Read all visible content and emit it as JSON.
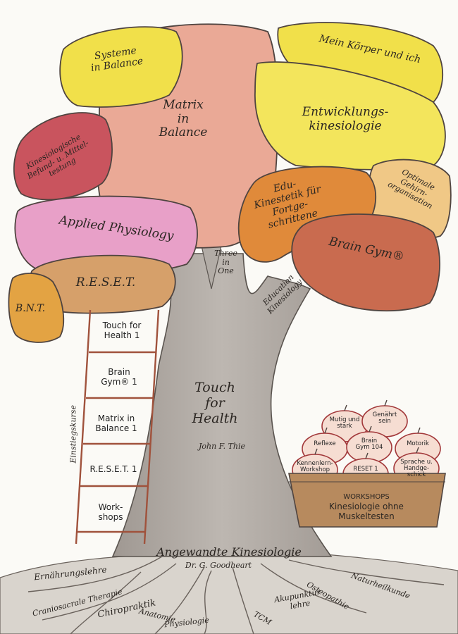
{
  "colors": {
    "yellow": "#f1e04a",
    "pink_matrix": "#eaa996",
    "orange": "#e08a3a",
    "brain_gym": "#c96b4f",
    "magenta": "#e8a0c8",
    "red_kin": "#c9545e",
    "tan": "#d6a06a",
    "peach": "#f0c886",
    "trunk": "#b2aca6"
  },
  "crown": {
    "systeme": "Systeme\nin Balance",
    "matrix": "Matrix\nin\nBalance",
    "koerper": "Mein Körper und ich",
    "entwicklung": "Entwicklungs-\nkinesiologie",
    "kinesio_befund": "Kinesiologische\nBefund- u. Mittel-\ntestung",
    "optimale": "Optimale\nGehirn-\norganisation",
    "edu": "Edu-\nKinestetik für\nFortge-\nschrittene",
    "brain_gym": "Brain Gym®",
    "applied": "Applied Physiology",
    "reset": "R.E.S.E.T.",
    "bnt": "B.N.T."
  },
  "trunk": {
    "three_in_one": "Three\nin\nOne",
    "education": "Education\nKinesiology",
    "touch_title": "Touch\nfor\nHealth",
    "touch_author": "John F. Thie"
  },
  "ladder": {
    "side_label": "Einstiegskurse",
    "rungs": [
      "Touch for\nHealth 1",
      "Brain\nGym® 1",
      "Matrix in\nBalance 1",
      "R.E.S.E.T. 1",
      "Work-\nshops"
    ]
  },
  "basket": {
    "apples": [
      "Mutig und\nstark",
      "Genährt\nsein",
      "Reflexe",
      "Brain\nGym 104",
      "Motorik",
      "Kennenlern-\nWorkshop",
      "RESET 1",
      "Sprache u.\nHandge-\nschick"
    ],
    "label_top": "WORKSHOPS",
    "label_main": "Kinesiologie ohne\nMuskeltesten"
  },
  "roots": {
    "title": "Angewandte Kinesiologie",
    "author": "Dr. G. Goodheart",
    "items": [
      "Ernährungslehre",
      "Craniosacrale Therapie",
      "Chiropraktik",
      "Anatomie",
      "Physiologie",
      "TCM",
      "Akupunktur-\nlehre",
      "Osteopathie",
      "Naturheilkunde"
    ]
  }
}
